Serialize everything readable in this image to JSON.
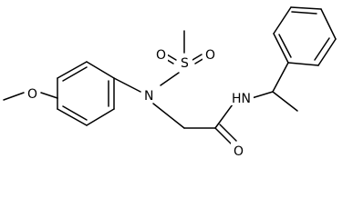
{
  "diagram": {
    "type": "chemical-structure",
    "atoms": {
      "methoxy_o": "O",
      "sulfonamide_n": "N",
      "sulfur": "S",
      "sulfonyl_o_left": "O",
      "sulfonyl_o_right": "O",
      "amide_nh": "HN",
      "carbonyl_o": "O"
    }
  }
}
